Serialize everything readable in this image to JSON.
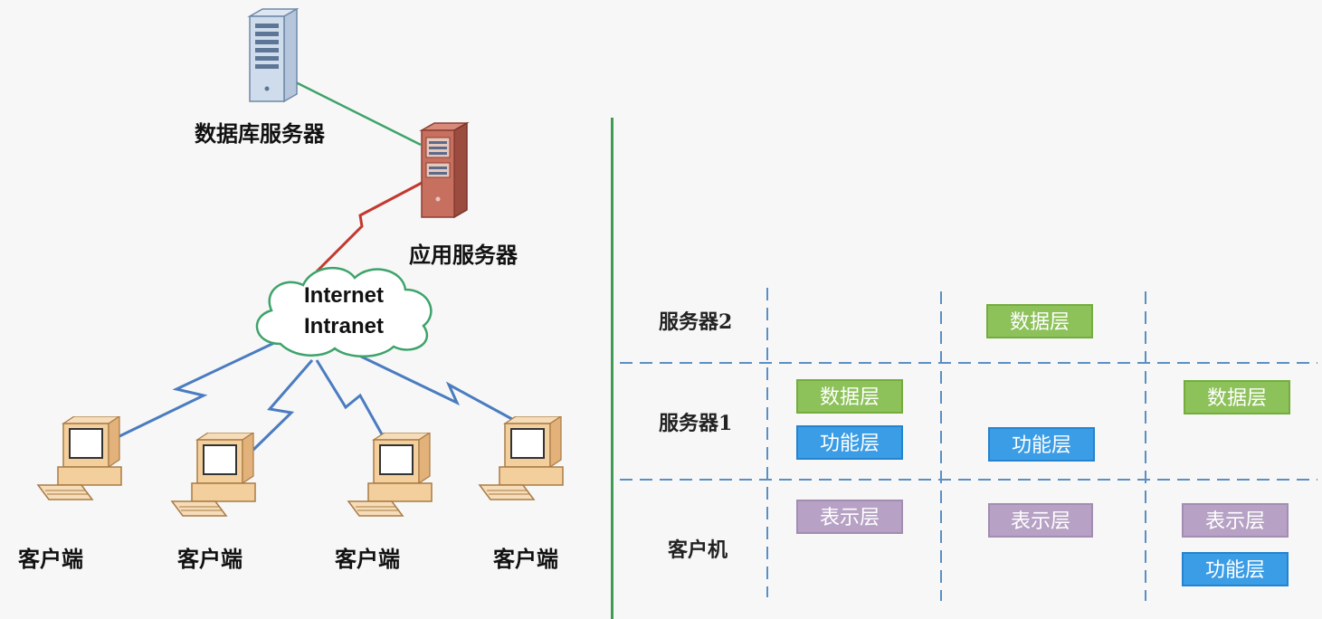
{
  "network": {
    "db_server_label": "数据库服务器",
    "app_server_label": "应用服务器",
    "cloud_line1": "Internet",
    "cloud_line2": "Intranet",
    "clients": [
      "客户端",
      "客户端",
      "客户端",
      "客户端"
    ]
  },
  "layers": {
    "row_labels": [
      "服务器2",
      "服务器1",
      "客户机"
    ],
    "col1": {
      "server1_data": "数据层",
      "server1_func": "功能层",
      "client_pres": "表示层"
    },
    "col2": {
      "server2_data": "数据层",
      "server1_func": "功能层",
      "client_pres": "表示层"
    },
    "col3": {
      "server1_data": "数据层",
      "client_pres": "表示层",
      "client_func": "功能层"
    }
  },
  "colors": {
    "data_layer": "#8dc15a",
    "function_layer": "#3b9de6",
    "presentation_layer": "#b7a2c5",
    "divider": "#3f9b55",
    "dashed_grid": "#5b8fc4",
    "db_link": "#3ea36a",
    "wan_link": "#c23a2f",
    "lan_link": "#4a7cc0"
  }
}
